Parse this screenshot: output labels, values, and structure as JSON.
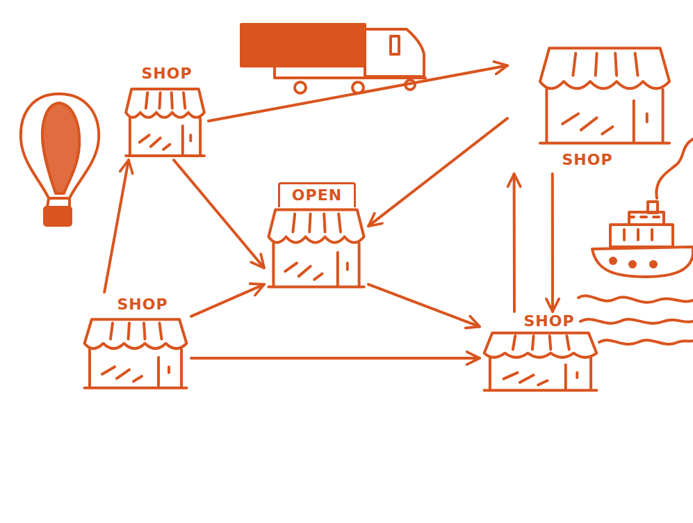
{
  "diagram": {
    "nodes": [
      {
        "text": [
          "SHOP"
        ]
      },
      {
        "text": [
          "SHOP"
        ]
      },
      {
        "text": [
          "OPEN"
        ]
      },
      {
        "text": [
          "SHOP"
        ]
      },
      {
        "text": [
          "SHOP"
        ]
      }
    ],
    "edges": [
      {
        "from": 0,
        "to": 1,
        "arrow": "to"
      },
      {
        "from": 0,
        "to": 2,
        "arrow": "to"
      },
      {
        "from": 1,
        "to": 2,
        "arrow": "to"
      },
      {
        "from": 3,
        "to": 0,
        "arrow": "to"
      },
      {
        "from": 3,
        "to": 2,
        "arrow": "to"
      },
      {
        "from": 3,
        "to": 4,
        "arrow": "to"
      },
      {
        "from": 2,
        "to": 4,
        "arrow": "to"
      },
      {
        "from": 4,
        "to": 1,
        "arrow": "to"
      },
      {
        "from": 1,
        "to": 4,
        "arrow": "to"
      }
    ]
  }
}
